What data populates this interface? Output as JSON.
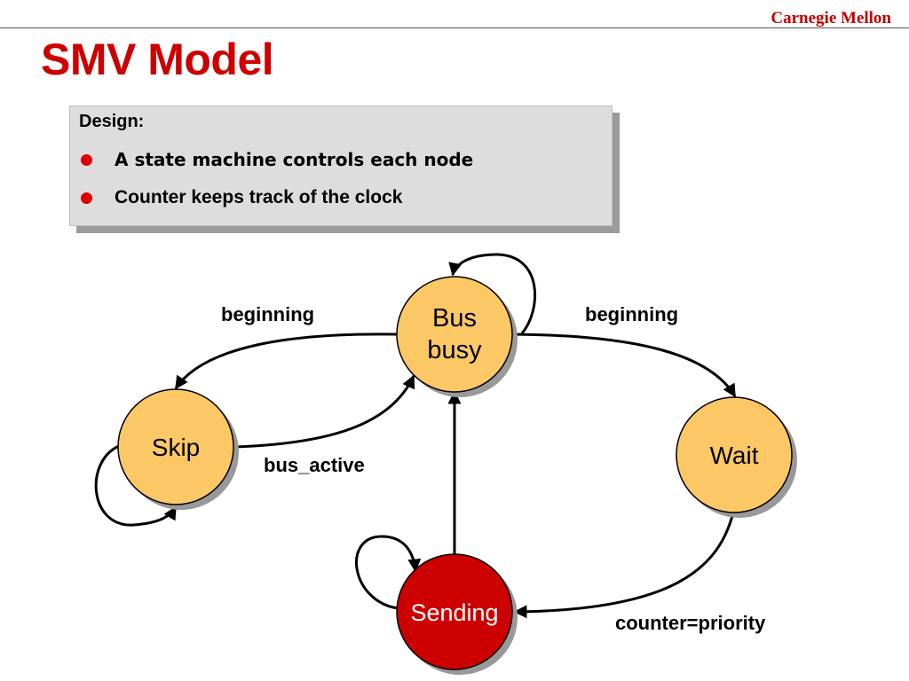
{
  "header": {
    "brand": "Carnegie Mellon",
    "title": "SMV Model"
  },
  "design_box": {
    "heading": "Design:",
    "bullets": [
      "A state machine controls each node",
      "Counter keeps track of the clock"
    ]
  },
  "diagram": {
    "states": {
      "bus_busy": {
        "line1": "Bus",
        "line2": "busy"
      },
      "skip": "Skip",
      "wait": "Wait",
      "sending": "Sending"
    },
    "transition_labels": {
      "busy_to_skip": "beginning",
      "busy_to_wait": "beginning",
      "skip_to_busy": "bus_active",
      "wait_to_sending": "counter=priority"
    },
    "colors": {
      "state_fill": "#fcc866",
      "active_state_fill": "#cc0000",
      "shadow": "#999999",
      "edge": "#000000"
    }
  }
}
